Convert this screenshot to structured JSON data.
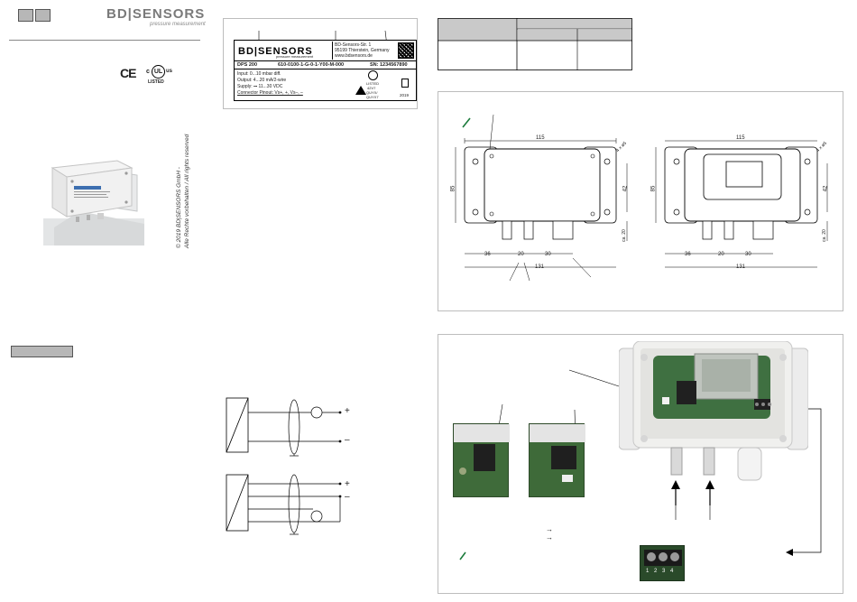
{
  "header": {
    "brand_left": "BD",
    "brand_right": "SENSORS",
    "brand_sub": "pressure measurement"
  },
  "certifications": {
    "ce": "CE",
    "ul_c": "c",
    "ul_mark": "UL",
    "ul_us": "us",
    "ul_listed": "LISTED"
  },
  "copyright": {
    "line1": "© 2019 BD|SENSORS GmbH -",
    "line2": "Alle Rechte vorbehalten / All rights reserved"
  },
  "product_label": {
    "brand_left": "BD",
    "brand_right": "SENSORS",
    "brand_sub": "pressure measurement",
    "address_1": "BD-Sensors-Str. 1",
    "address_2": "95199 Thierstein, Germany",
    "website": "www.bdsensors.de",
    "model": "DPS 200",
    "order_code": "610-0100-1-G-0-1-Y00-M-000",
    "serial": "SN: 1234567890",
    "input": "Input: 0...10 mbar diff.",
    "output": "Output: 4...20 mA/2-wire",
    "supply": "Supply: ⎓ 11...30 VDC",
    "pinout": "Connector Pinout: Vs+, +, Vs–, –",
    "listed": "LISTED",
    "listed_code": "42V7",
    "listed_code2": "QUYX/",
    "listed_code3": "QUYX7",
    "year": "2019"
  },
  "dimensions": {
    "width_top": "115",
    "height": "85",
    "hole_spec": "4 x ø5",
    "right_margin": "42",
    "port_offset": "36",
    "port_spacing": "20",
    "gland_spacing": "30",
    "total_width": "131",
    "depth": "ca. 20"
  },
  "terminals": {
    "plus": "+",
    "minus": "–"
  },
  "terminal_block": {
    "numbers": "1 2 3 4"
  }
}
